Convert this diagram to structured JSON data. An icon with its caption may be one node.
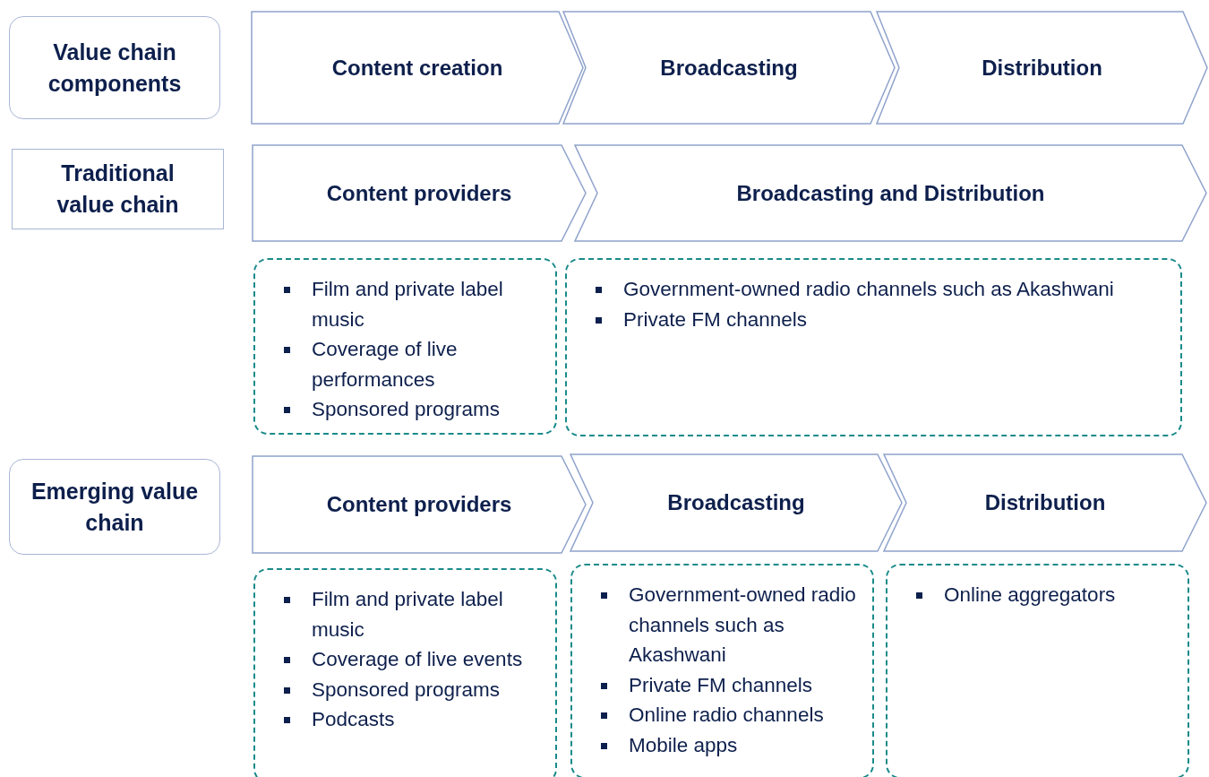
{
  "diagram": {
    "nodes": [
      {
        "text": [
          "Value chain components"
        ]
      },
      {
        "text": [
          "Content creation"
        ]
      },
      {
        "text": [
          "Broadcasting"
        ]
      },
      {
        "text": [
          "Distribution"
        ]
      },
      {
        "text": [
          "Traditional value chain"
        ]
      },
      {
        "text": [
          "Content providers"
        ]
      },
      {
        "text": [
          "Broadcasting and Distribution"
        ]
      },
      {
        "text": [
          "Film and private label music",
          "Coverage of live performances",
          "Sponsored programs"
        ]
      },
      {
        "text": [
          "Government-owned radio channels such as Akashwani",
          "Private FM channels"
        ]
      },
      {
        "text": [
          "Emerging value chain"
        ]
      },
      {
        "text": [
          "Content providers"
        ]
      },
      {
        "text": [
          "Broadcasting"
        ]
      },
      {
        "text": [
          "Distribution"
        ]
      },
      {
        "text": [
          "Film and private label music",
          "Coverage of live events",
          "Sponsored programs",
          "Podcasts"
        ]
      },
      {
        "text": [
          "Government-owned radio channels such as Akashwani",
          "Private FM channels",
          "Online radio channels",
          "Mobile apps"
        ]
      },
      {
        "text": [
          "Online aggregators"
        ]
      }
    ],
    "edges": []
  }
}
